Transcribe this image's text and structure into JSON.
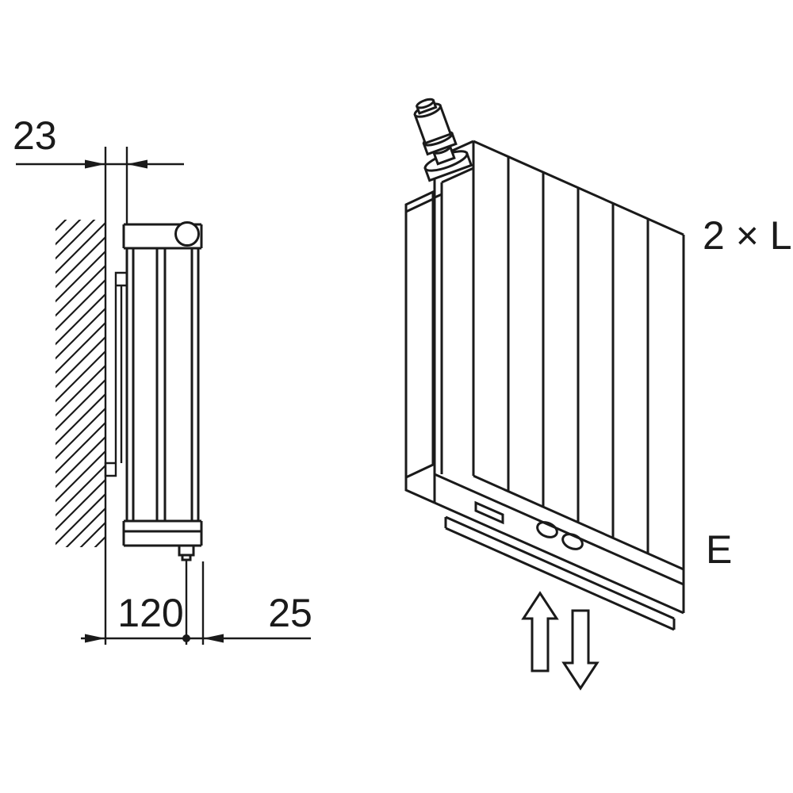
{
  "colors": {
    "background": "#ffffff",
    "line": "#1a1a1a",
    "text": "#1a1a1a"
  },
  "side_view": {
    "dimensions": {
      "wall_clearance": "23",
      "depth_to_pipe_center": "120",
      "pipe_to_front": "25"
    }
  },
  "isometric_view": {
    "labels": {
      "height": "2 × L",
      "connection": "E"
    },
    "symbols": {
      "arrow_up": "up-block-arrow",
      "arrow_down": "down-block-arrow"
    }
  }
}
